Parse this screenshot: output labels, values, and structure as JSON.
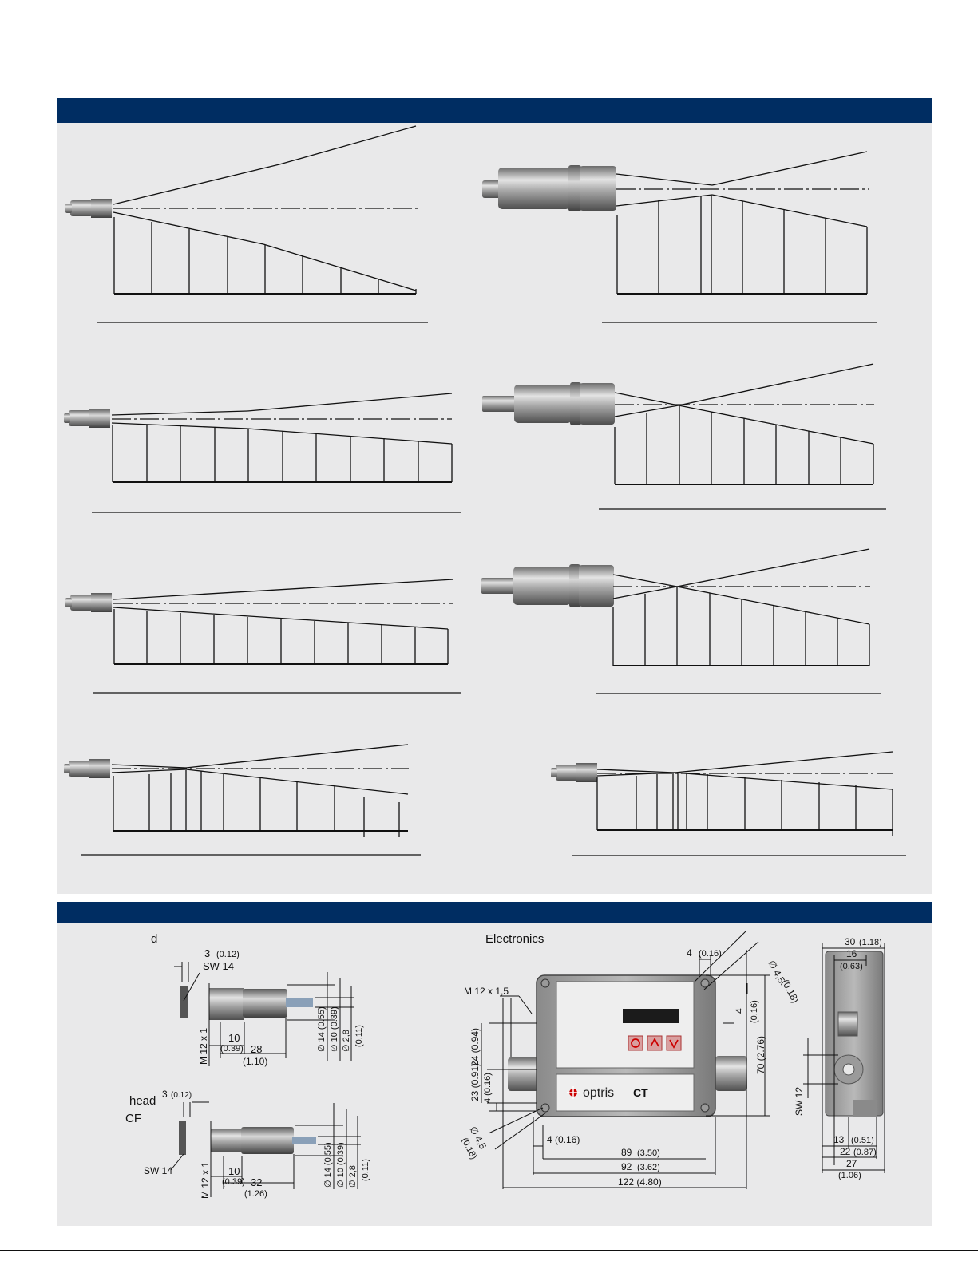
{
  "labels": {
    "sensor_d": "d",
    "electronics": "Electronics",
    "head": "head",
    "cf": "CF",
    "lcd_button_o": "O"
  },
  "dims_sensor_top": {
    "t3": "3",
    "t3i": "(0.12)",
    "sw": "SW 14",
    "m12": "M 12 x 1",
    "l10": "10",
    "l10i": "(0.39)",
    "l28": "28",
    "l28i": "(1.10)",
    "d14": "∅ 14 (0.55)",
    "d10": "∅ 10 (0.39)",
    "d28": "∅ 2,8",
    "d28i": "(0.11)"
  },
  "dims_sensor_bottom": {
    "t3": "3",
    "t3i": "(0.12)",
    "sw": "SW 14",
    "m12": "M 12 x 1",
    "l10": "10",
    "l10i": "(0.39)",
    "l32": "32",
    "l32i": "(1.26)",
    "d14": "∅ 14 (0.55)",
    "d10": "∅ 10 (0.39)",
    "d28": "∅ 2,8",
    "d28i": "(0.11)"
  },
  "dims_electronics": {
    "m12": "M 12 x 1,5",
    "t4a": "4",
    "t4ai": "(0.16)",
    "d45": "∅ 4,5",
    "d45i": "(0.18)",
    "v4": "4",
    "v4i": "(0.16)",
    "v70": "70 (2.76)",
    "v24": "24 (0.94)",
    "v23": "23 (0.91)",
    "v4b": "4 (0.16)",
    "h4": "4 (0.16)",
    "h89": "89",
    "h89i": "(3.50)",
    "h92": "92",
    "h92i": "(3.62)",
    "h122": "122 (4.80)",
    "brand": "optris",
    "model": "CT"
  },
  "dims_side": {
    "w30": "30",
    "w30i": "(1.18)",
    "w16": "16",
    "w16i": "(0.63)",
    "sw12": "SW 12",
    "w13": "13",
    "w13i": "(0.51)",
    "w22": "22",
    "w22i": "(0.87)",
    "w27": "27",
    "w27i": "(1.06)"
  }
}
